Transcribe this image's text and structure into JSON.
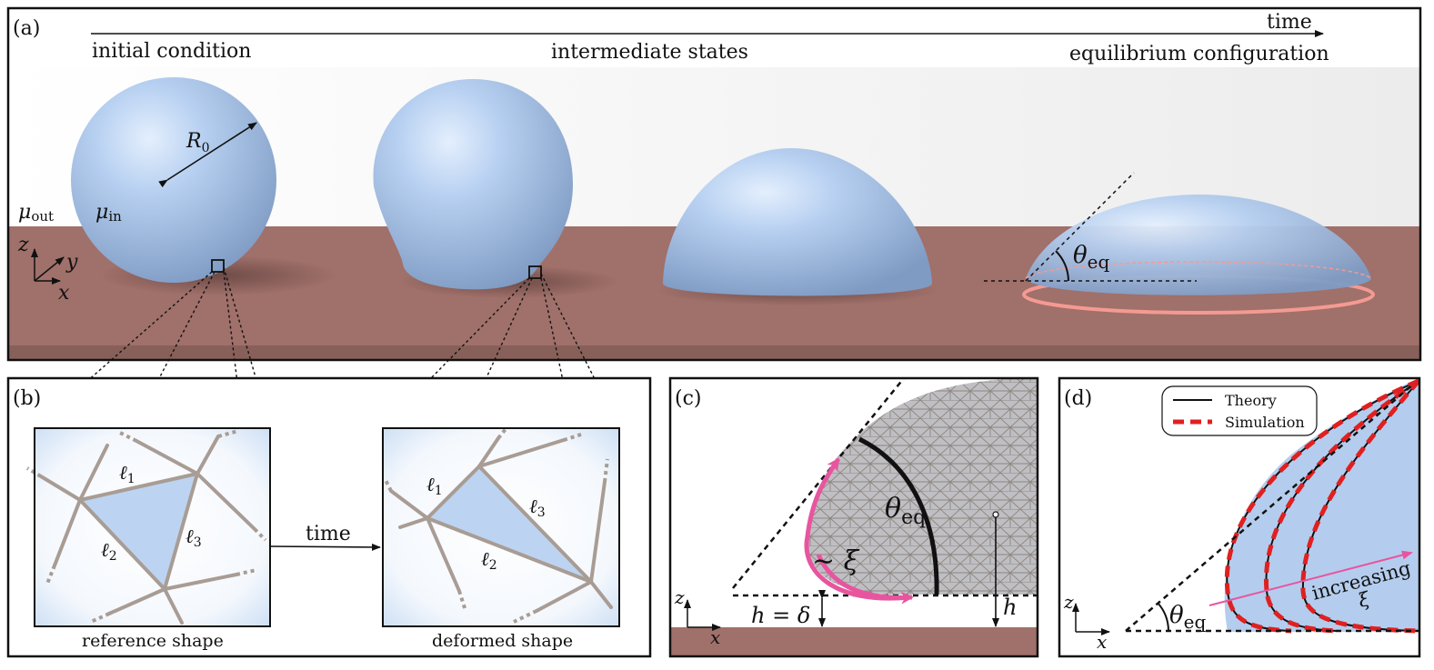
{
  "panel_a": {
    "label": "(a)",
    "time_label": "time",
    "stage_initial": "initial condition",
    "stage_intermediate": "intermediate states",
    "stage_equilibrium": "equilibrium configuration",
    "radius_label": "R",
    "radius_sub": "0",
    "mu_out": "μ",
    "mu_out_sub": "out",
    "mu_in": "μ",
    "mu_in_sub": "in",
    "theta": "θ",
    "theta_sub": "eq",
    "axis_z": "z",
    "axis_y": "y",
    "axis_x": "x"
  },
  "panel_b": {
    "label": "(b)",
    "time_label": "time",
    "reference_caption": "reference shape",
    "deformed_caption": "deformed shape",
    "edge1": "ℓ",
    "edge1_sub": "1",
    "edge2": "ℓ",
    "edge2_sub": "2",
    "edge3": "ℓ",
    "edge3_sub": "3"
  },
  "panel_c": {
    "label": "(c)",
    "theta": "θ",
    "theta_sub": "eq",
    "xi_label": "∼ ξ",
    "h_delta": "h = δ",
    "h": "h",
    "axis_z": "z",
    "axis_x": "x"
  },
  "panel_d": {
    "label": "(d)",
    "legend_theory": "Theory",
    "legend_simulation": "Simulation",
    "increasing": "increasing",
    "xi": "ξ",
    "theta": "θ",
    "theta_sub": "eq",
    "axis_z": "z",
    "axis_x": "x"
  },
  "colors": {
    "substrate": "#a0706a",
    "droplet": "#b4cdee",
    "mesh_edge": "#a89c94",
    "highlight_pink": "#e8559f",
    "simulation_red": "#e02020"
  }
}
